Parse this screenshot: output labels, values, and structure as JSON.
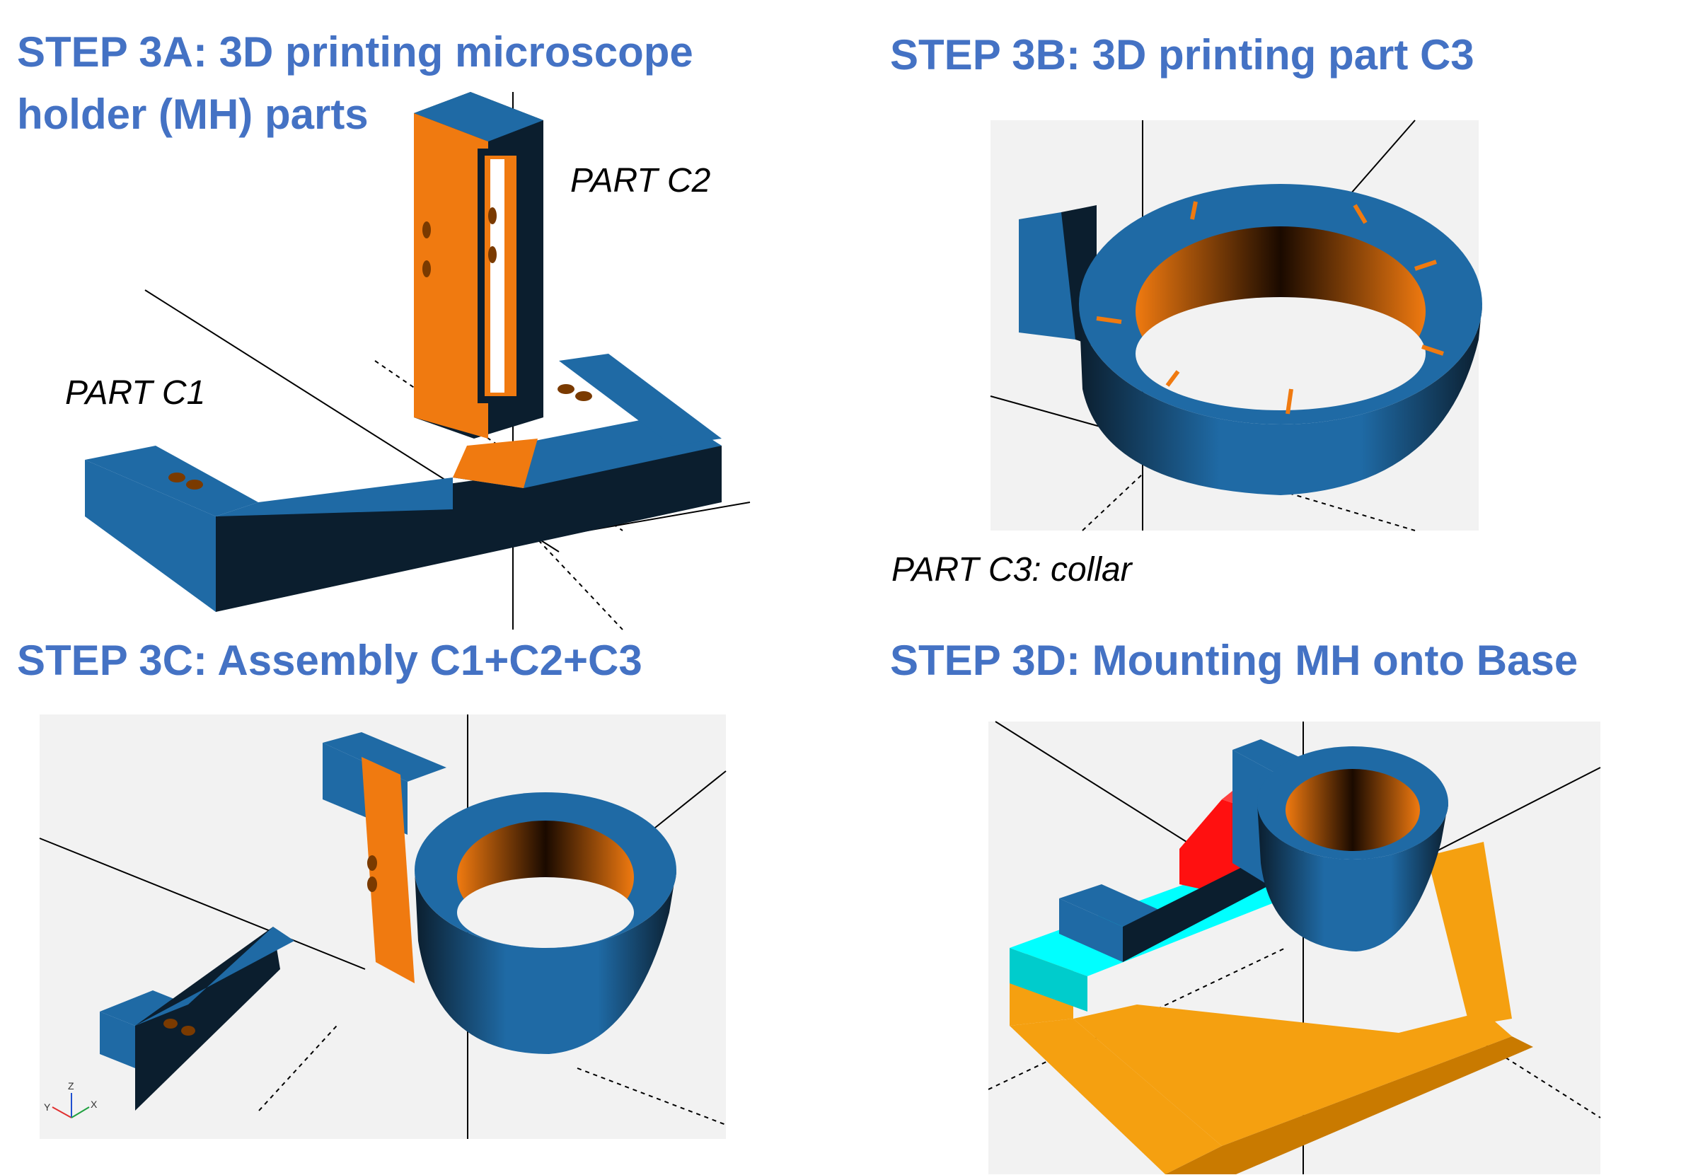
{
  "steps": {
    "step_3a": {
      "title_line1": "STEP 3A: 3D printing microscope",
      "title_line2": "holder (MH) parts"
    },
    "step_3b": {
      "title": "STEP 3B: 3D printing part C3"
    },
    "step_3c": {
      "title": "STEP 3C: Assembly C1+C2+C3"
    },
    "step_3d": {
      "title": "STEP 3D: Mounting MH onto Base"
    }
  },
  "labels": {
    "part_c1": "PART C1",
    "part_c2": "PART C2",
    "part_c3": "PART C3: collar"
  },
  "axis_glyph": {
    "y": "Y",
    "z": "Z",
    "x": "X"
  },
  "colors": {
    "heading": "#4472C4",
    "part_blue": "#1F6AA5",
    "part_dark": "#0B1E2E",
    "part_orange": "#F07A10",
    "base_orange": "#F5A010",
    "cyan": "#00FFFF",
    "red": "#FF1010",
    "panel_bg": "#F2F2F2"
  }
}
